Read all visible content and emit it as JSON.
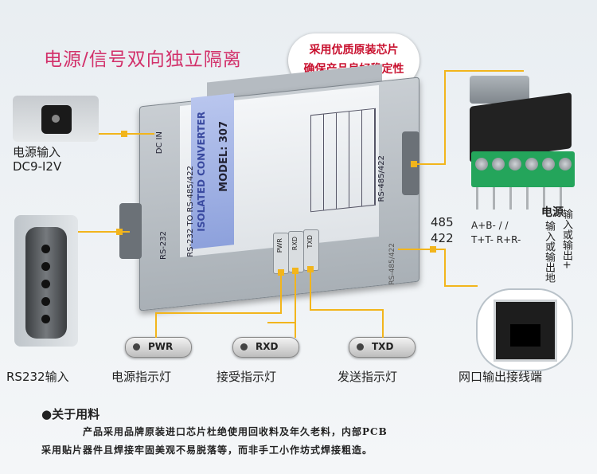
{
  "header": {
    "title": "电源/信号双向独立隔离"
  },
  "bubble": {
    "line1": "采用优质原装芯片",
    "line2": "确保产品良好稳定性"
  },
  "device": {
    "brand": "ISOLATED CONVERTER",
    "model": "MODEL: 307",
    "subtitle": "RS-232 TO RS-485/422",
    "dc_in": "DC IN",
    "rs232": "RS-232",
    "rs485": "RS-485/422",
    "rs485_bottom": "RS-485/422",
    "led_pwr": "PWR",
    "led_rxd": "RXD",
    "led_txd": "TXD"
  },
  "terminal": {
    "mode485": "485",
    "mode422": "422",
    "pins485": "A+B- / /",
    "pins422": "T+T- R+R-",
    "power_title": "电源",
    "power_col1": "输入或输出地",
    "power_col2": "输入或输出+"
  },
  "indicators": {
    "pwr": "PWR",
    "rxd": "RXD",
    "txd": "TXD"
  },
  "captions": {
    "power_in": "电源输入",
    "power_range": "DC9-I2V",
    "rs232_in": "RS232输入",
    "power_led": "电源指示灯",
    "rx_led": "接受指示灯",
    "tx_led": "发送指示灯",
    "rj_out": "网口输出接线端"
  },
  "materials": {
    "heading": "●关于用料",
    "p1": "产品采用品牌原装进口芯片杜绝使用回收料及年久老料，内部PCB",
    "p2": "采用贴片器件且焊接牢固美观不易脱落等，而非手工小作坊式焊接粗造。"
  }
}
